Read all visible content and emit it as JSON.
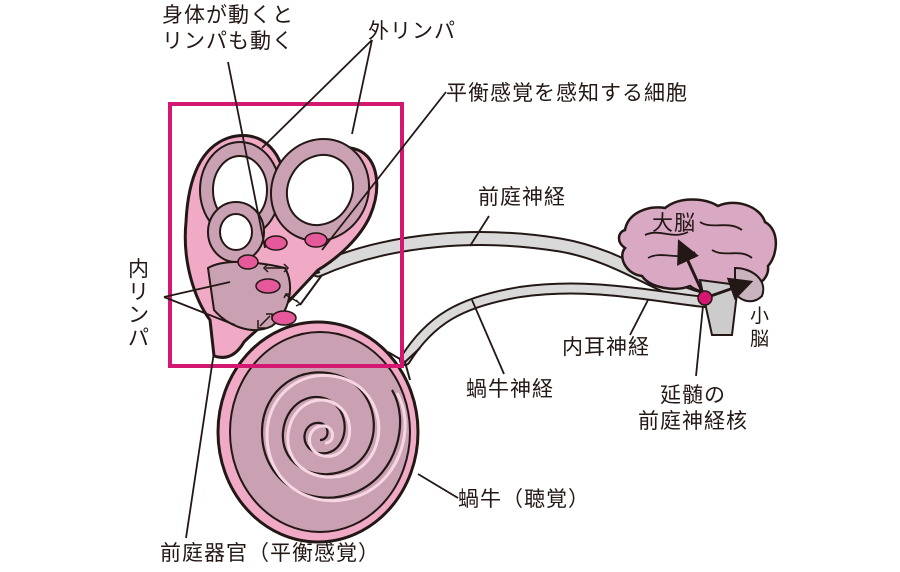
{
  "labels": {
    "move": [
      "身体が動くと",
      "リンパも動く"
    ],
    "perilymph": "外リンパ",
    "sensor_cells": "平衡感覚を感知する細胞",
    "vestibular_nerve": "前庭神経",
    "cerebrum": "大脳",
    "endolymph": [
      "内",
      "リ",
      "ン",
      "パ"
    ],
    "cerebellum": [
      "小",
      "脳"
    ],
    "inner_ear_nerve": "内耳神経",
    "cochlear_nerve": "蝸牛神経",
    "nucleus": [
      "延髄の",
      "前庭神経核"
    ],
    "cochlea": "蝸牛（聴覚）",
    "vestibule": "前庭器官（平衡感覚）"
  },
  "colors": {
    "outline": "#231815",
    "pink_outer": "#f0aac5",
    "mauve": "#c9a1b3",
    "membrane": "#f7d6e3",
    "hot_pink": "#e5589a",
    "magenta": "#d41872",
    "nerve": "#d9d9d9",
    "brain": "#d9a8c2",
    "stem": "#cccccc"
  }
}
